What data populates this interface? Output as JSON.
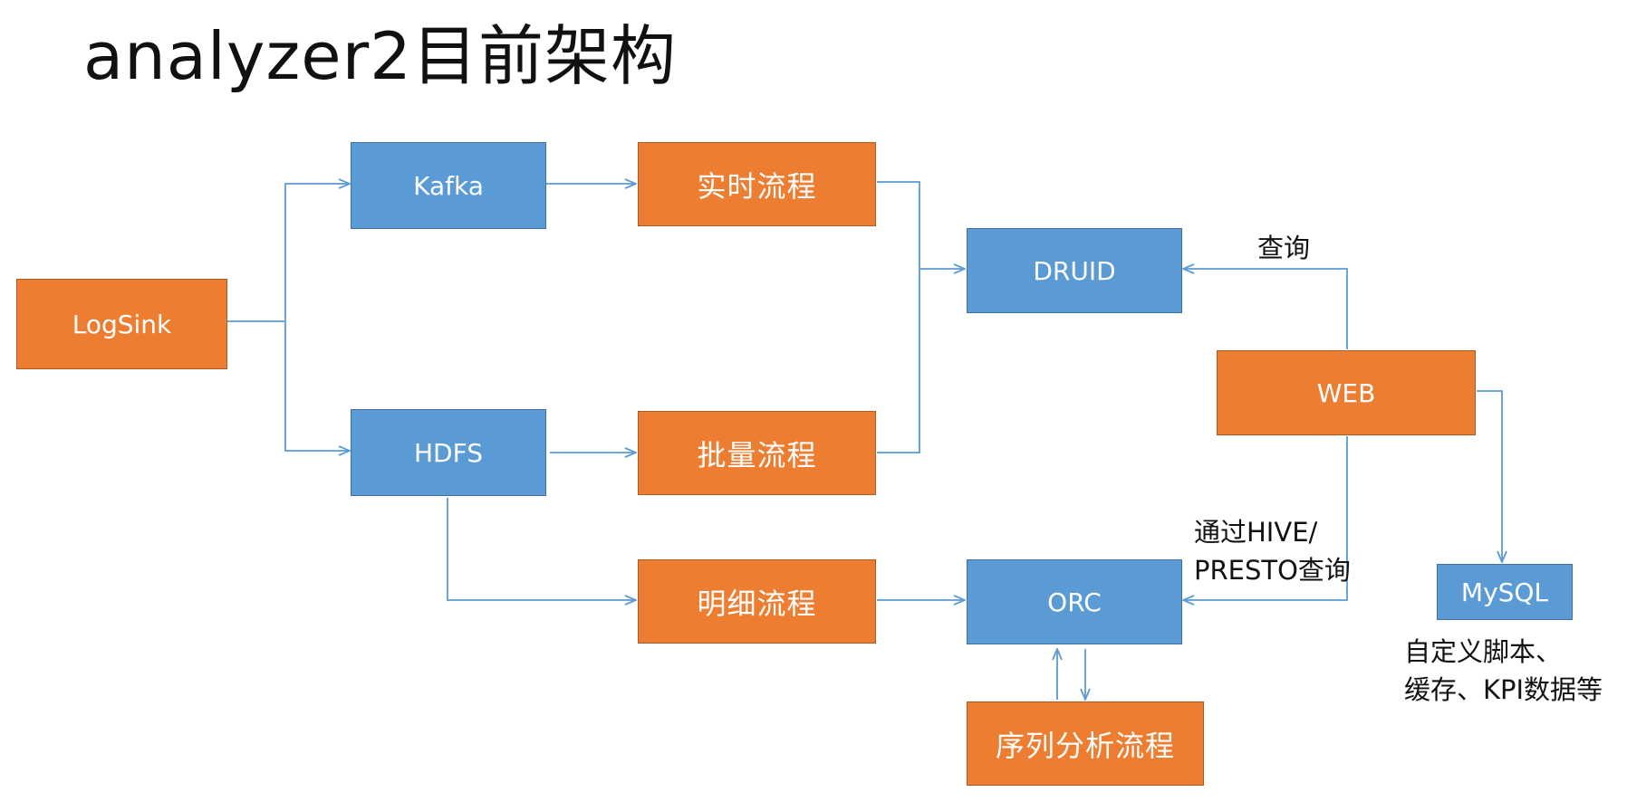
{
  "title": "analyzer2目前架构",
  "colors": {
    "blue": "#5b9bd5",
    "orange": "#ed7d31",
    "arrow": "#5b9bd5"
  },
  "nodes": {
    "logsink": "LogSink",
    "kafka": "Kafka",
    "hdfs": "HDFS",
    "realtime": "实时流程",
    "batch": "批量流程",
    "detail": "明细流程",
    "druid": "DRUID",
    "orc": "ORC",
    "sequence": "序列分析流程",
    "web": "WEB",
    "mysql": "MySQL"
  },
  "labels": {
    "query": "查询",
    "hive_presto_line1": "通过HIVE/",
    "hive_presto_line2": "PRESTO查询",
    "mysql_note_line1": "自定义脚本、",
    "mysql_note_line2": "缓存、KPI数据等"
  }
}
